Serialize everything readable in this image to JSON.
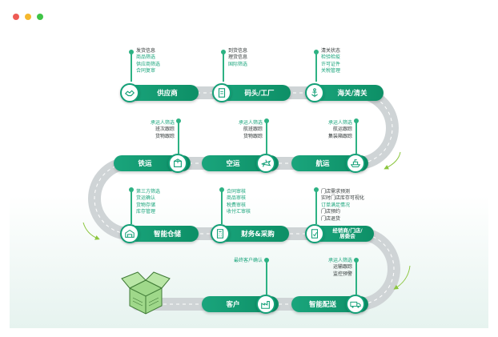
{
  "colors": {
    "accent": "#12a077",
    "road": "#cfd4d6",
    "arrow": "#8cc63f",
    "box": "#8ecf7d"
  },
  "nodes": {
    "supplier": "供应商",
    "port_factory": "码头/工厂",
    "customs": "海关/清关",
    "rail": "铁运",
    "air": "空运",
    "ocean": "航运",
    "warehouse": "智能仓储",
    "finance": "财务&采购",
    "store_line1": "经销商/门店/",
    "store_line2": "居委会",
    "customer": "客户",
    "delivery": "智能配送"
  },
  "info": {
    "supplier": [
      "发货信息",
      "商品筛选",
      "供应商筛选",
      "合同复审"
    ],
    "port_factory": [
      "到货信息",
      "理货信息",
      "国际筛选"
    ],
    "customs": [
      "清关状态",
      "检验检疫",
      "许可证件",
      "关税管理"
    ],
    "rail": [
      "承运人筛选",
      "班次跟踪",
      "货物跟踪"
    ],
    "air": [
      "承运人筛选",
      "航班跟踪",
      "货物跟踪"
    ],
    "ocean": [
      "承运人筛选",
      "航运跟踪",
      "集装箱跟踪"
    ],
    "warehouse": [
      "第三方筛选",
      "货运确认",
      "货物存储",
      "库存管理"
    ],
    "finance": [
      "合同审核",
      "商品审核",
      "税费审核",
      "收付汇审核"
    ],
    "store": [
      "门店需求预测",
      "实时门店库存可视化",
      "订单满足情况",
      "门店预约",
      "门店退货"
    ],
    "customer": [
      "最终客户确认"
    ],
    "delivery": [
      "承运人筛选",
      "运输跟踪",
      "监控预警"
    ]
  },
  "icons": {
    "supplier": "handshake-icon",
    "port_factory": "document-icon",
    "customs": "anchor-icon",
    "rail": "package-icon",
    "air": "airplane-icon",
    "ocean": "ship-icon",
    "warehouse": "warehouse-icon",
    "finance": "calculator-icon",
    "store": "document-check-icon",
    "customer": "factory-icon",
    "delivery": "truck-icon"
  }
}
